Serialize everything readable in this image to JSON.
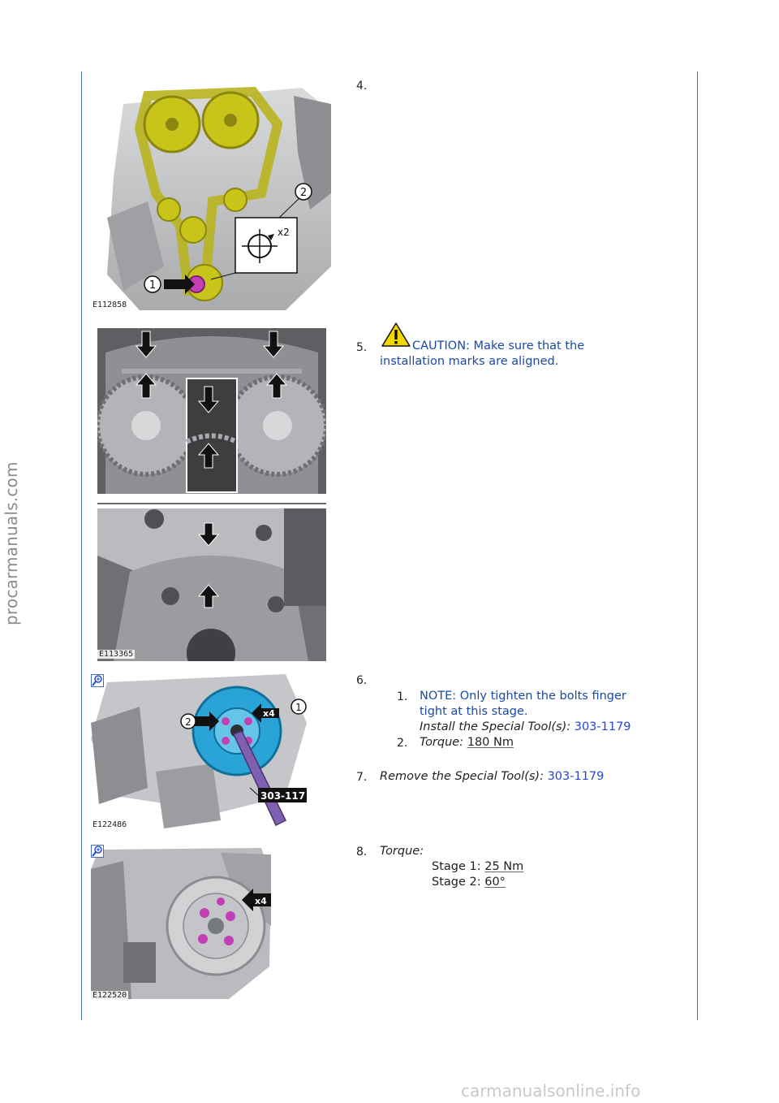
{
  "watermarks": {
    "left": "procarmanuals.com",
    "bottom": "carmanualsonline.info"
  },
  "figures": {
    "fig1": {
      "code": "E112858",
      "callout_1": "1",
      "callout_2": "2",
      "multiplier": "x2"
    },
    "fig2": {
      "code": "E113365"
    },
    "fig3": {
      "code": "E122486",
      "callout_1": "1",
      "callout_2": "2",
      "multiplier": "x4",
      "tool_tag": "303-117"
    },
    "fig4": {
      "code": "E122520",
      "multiplier": "x4"
    }
  },
  "steps": {
    "s4": {
      "num": "4."
    },
    "s5": {
      "num": "5.",
      "caution_line1": "CAUTION: Make sure that the",
      "caution_line2": "installation marks are aligned."
    },
    "s6": {
      "num": "6.",
      "sub1_num": "1.",
      "note_line1": "NOTE: Only tighten the bolts finger",
      "note_line2": "tight at this stage.",
      "install_label": "Install the Special Tool(s):",
      "install_tool": "303-1179",
      "sub2_num": "2.",
      "torque_label": "Torque:",
      "torque_value": "180 Nm"
    },
    "s7": {
      "num": "7.",
      "remove_label": "Remove the Special Tool(s):",
      "remove_tool": "303-1179"
    },
    "s8": {
      "num": "8.",
      "torque_label": "Torque:",
      "stage1_label": "Stage 1:",
      "stage1_value": "25 Nm",
      "stage2_label": "Stage 2:",
      "stage2_value": "60°"
    }
  },
  "colors": {
    "rule": "#4a6fb5",
    "caution_text": "#1a49a8",
    "link": "#2447d6",
    "highlight_yellow": "#c8c41a",
    "highlight_magenta": "#c23fb4",
    "highlight_blue": "#2aa3d6"
  }
}
